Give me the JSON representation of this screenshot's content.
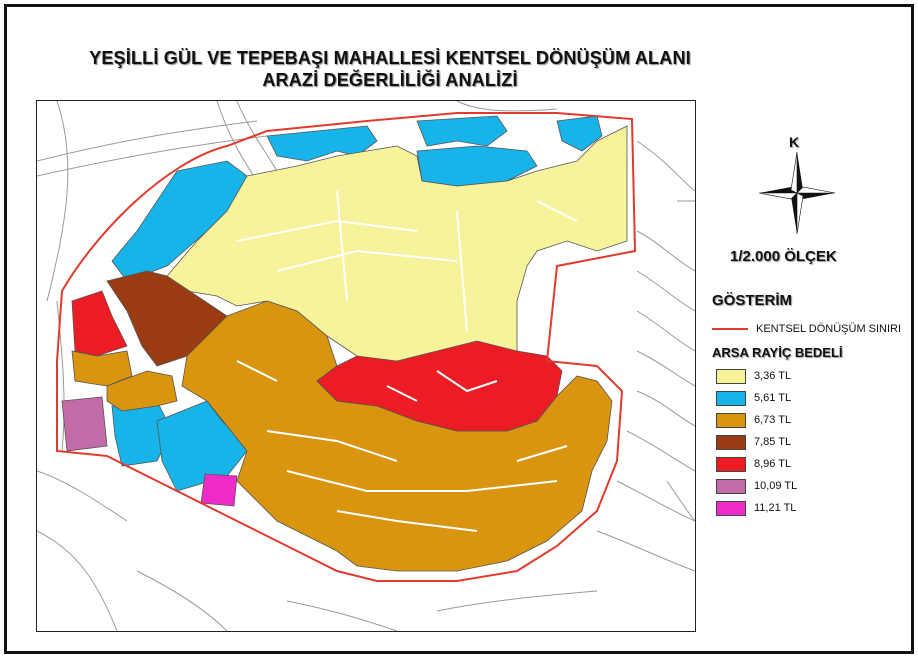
{
  "title": {
    "line1": "YEŞİLLİ GÜL VE TEPEBAŞI MAHALLESİ KENTSEL DÖNÜŞÜM ALANI",
    "line2": "ARAZİ DEĞERLİLİĞİ ANALİZİ"
  },
  "north_arrow": {
    "label": "K",
    "icon": "north-arrow-icon"
  },
  "scale": {
    "label": "1/2.000 ÖLÇEK"
  },
  "legend": {
    "title": "GÖSTERİM",
    "boundary": {
      "label": "KENTSEL DÖNÜŞÜM SINIRI",
      "color": "#e03b2c"
    },
    "price_title": "ARSA RAYİÇ BEDELİ",
    "items": [
      {
        "label": "3,36 TL",
        "color": "#f7f39b"
      },
      {
        "label": "5,61 TL",
        "color": "#16b4e8"
      },
      {
        "label": "6,73 TL",
        "color": "#d9950f"
      },
      {
        "label": "7,85 TL",
        "color": "#9b3b12"
      },
      {
        "label": "8,96 TL",
        "color": "#ec1c24"
      },
      {
        "label": "10,09 TL",
        "color": "#c36aa8"
      },
      {
        "label": "11,21 TL",
        "color": "#ee2ac9"
      }
    ]
  }
}
